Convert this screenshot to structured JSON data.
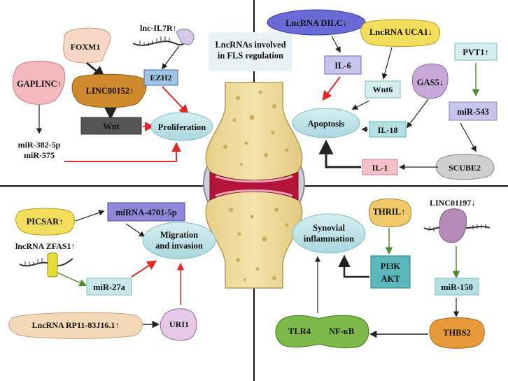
{
  "colors": {
    "red_arrow": "#e02a2a",
    "black_arrow": "#222222",
    "green_arrow": "#4d8c2e",
    "teal_box": "#b4dfe3",
    "teal_dark": "#5bb8bd",
    "purple_box": "#c9c4ec",
    "pink_box": "#f4c0c8",
    "yellow_blob": "#f2dd5c",
    "orange_blob": "#f1c86a",
    "beige_blob": "#f4d9b8",
    "green_blob": "#7cb84a"
  },
  "center": {
    "title": "LncRNAs involved\nin FLS regulation"
  },
  "q1": {
    "foxm1": "FOXM1",
    "linc00152": "LINC00152↑",
    "gaplinc": "GAPLINC↑",
    "lnc_il7r": "lnc-IL7R↑",
    "ezh2": "EZH2",
    "wnt": "Wnt",
    "proliferation": "Proliferation",
    "mir382": "miR-382-5p",
    "mir575": "miR-575"
  },
  "q2": {
    "dilc": "LncRNA DILC↓",
    "uca1": "LncRNA UCA1↓",
    "pvt1": "PVT1↑",
    "il6": "IL-6",
    "gas5": "GAS5↓",
    "wnt6": "Wnt6",
    "mir543": "miR-543",
    "apoptosis": "Apoptosis",
    "il18": "IL-18",
    "il1": "IL-1",
    "scube2": "SCUBE2"
  },
  "q3": {
    "picsar": "PICSAR↑",
    "mirna4701": "miRNA-4701-5p",
    "zfas1": "lncRNA ZFAS1↑",
    "migration": "Migration\nand invasion",
    "mir27a": "miR-27a",
    "rp11": "LncRNA RP11-83J16.1↑",
    "uri1": "URI1"
  },
  "q4": {
    "thril": "THRIL↑",
    "linc01197": "LINC01197↓",
    "synovial": "Synovial\ninflammation",
    "pi3k": "PI3K",
    "akt": "AKT",
    "mir150": "miR-150",
    "tlr4": "TLR4",
    "nfkb": "NF-κB",
    "thbs2": "THBS2"
  }
}
